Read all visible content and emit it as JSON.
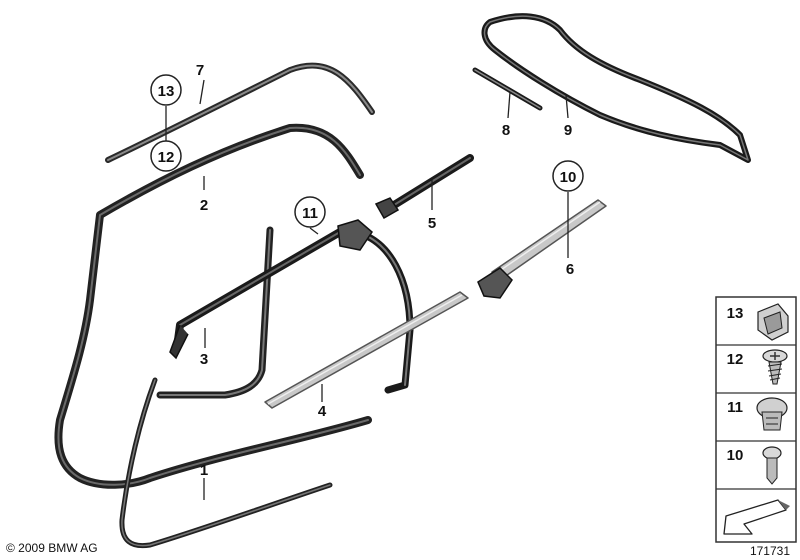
{
  "callouts": {
    "c1": "1",
    "c2": "2",
    "c3": "3",
    "c4": "4",
    "c5": "5",
    "c6": "6",
    "c7": "7",
    "c8": "8",
    "c9": "9",
    "c10": "10",
    "c11": "11",
    "c12": "12",
    "c13": "13"
  },
  "legend": {
    "items": [
      {
        "number": "13",
        "icon": "clip-icon"
      },
      {
        "number": "12",
        "icon": "screw-icon"
      },
      {
        "number": "11",
        "icon": "expanding-rivet-icon"
      },
      {
        "number": "10",
        "icon": "push-pin-icon"
      }
    ],
    "arrow_icon": "direction-arrow-icon"
  },
  "footer": {
    "copyright": "© 2009 BMW AG",
    "diagram_number": "171731"
  }
}
